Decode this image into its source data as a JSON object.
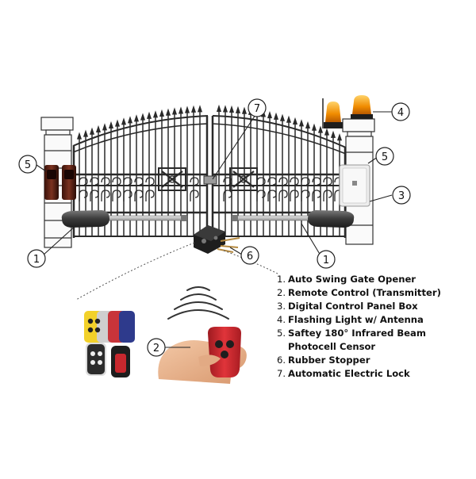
{
  "legend": [
    {
      "num": "1.",
      "label": "Auto Swing Gate Opener"
    },
    {
      "num": "2.",
      "label": "Remote Control (Transmitter)"
    },
    {
      "num": "3.",
      "label": "Digital Control Panel Box"
    },
    {
      "num": "4.",
      "label": "Flashing Light w/ Antenna"
    },
    {
      "num": "5.",
      "label": "Saftey 180° Infrared Beam Photocell Censor"
    },
    {
      "num": "6.",
      "label": "Rubber Stopper"
    },
    {
      "num": "7.",
      "label": "Automatic Electric Lock"
    }
  ],
  "callouts": {
    "opener_left": "1",
    "opener_right": "1",
    "remote": "2",
    "control_box": "3",
    "flashing_light": "4",
    "photocell_left": "5",
    "photocell_right": "5",
    "stopper": "6",
    "lock": "7"
  },
  "colors": {
    "line": "#222222",
    "light_amber": "#f08c00",
    "remote_red": "#c8282e",
    "photocell_brown": "#6b2a1a",
    "box_grey": "#e6e6e6"
  }
}
